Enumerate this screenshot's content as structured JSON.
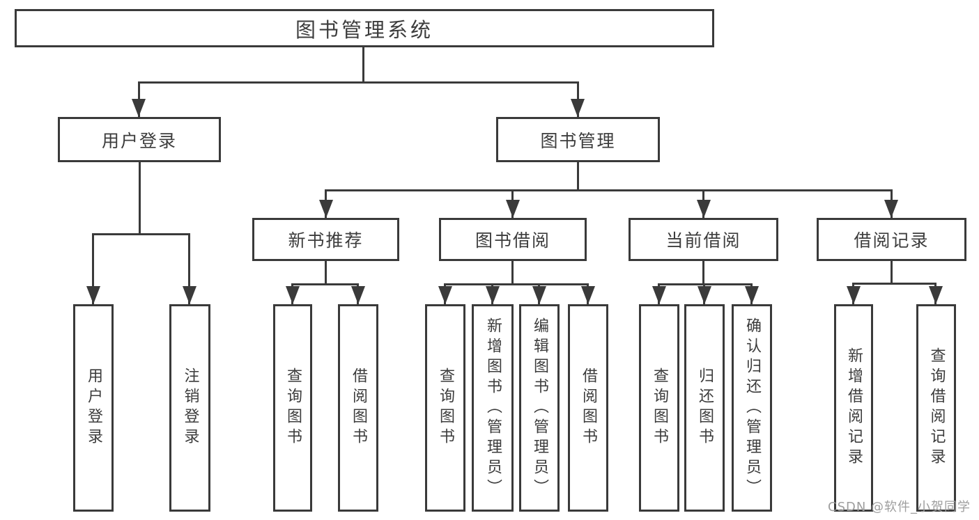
{
  "colors": {
    "line": "#3a3a3a",
    "text": "#3c3c3c",
    "watermark": "#9e9e9e",
    "background": "#ffffff"
  },
  "watermark": {
    "text": "CSDN @软件_小贺同学"
  },
  "tree": {
    "root": {
      "label": "图书管理系统",
      "children": [
        {
          "label": "用户登录",
          "children": [
            {
              "label": "用户登录"
            },
            {
              "label": "注销登录"
            }
          ]
        },
        {
          "label": "图书管理",
          "children": [
            {
              "label": "新书推荐",
              "children": [
                {
                  "label": "查询图书"
                },
                {
                  "label": "借阅图书"
                }
              ]
            },
            {
              "label": "图书借阅",
              "children": [
                {
                  "label": "查询图书"
                },
                {
                  "label": "新增图书（管理员）"
                },
                {
                  "label": "编辑图书（管理员）"
                },
                {
                  "label": "借阅图书"
                }
              ]
            },
            {
              "label": "当前借阅",
              "children": [
                {
                  "label": "查询图书"
                },
                {
                  "label": "归还图书"
                },
                {
                  "label": "确认归还（管理员）"
                }
              ]
            },
            {
              "label": "借阅记录",
              "children": [
                {
                  "label": "新增借阅记录"
                },
                {
                  "label": "查询借阅记录"
                }
              ]
            }
          ]
        }
      ]
    }
  }
}
